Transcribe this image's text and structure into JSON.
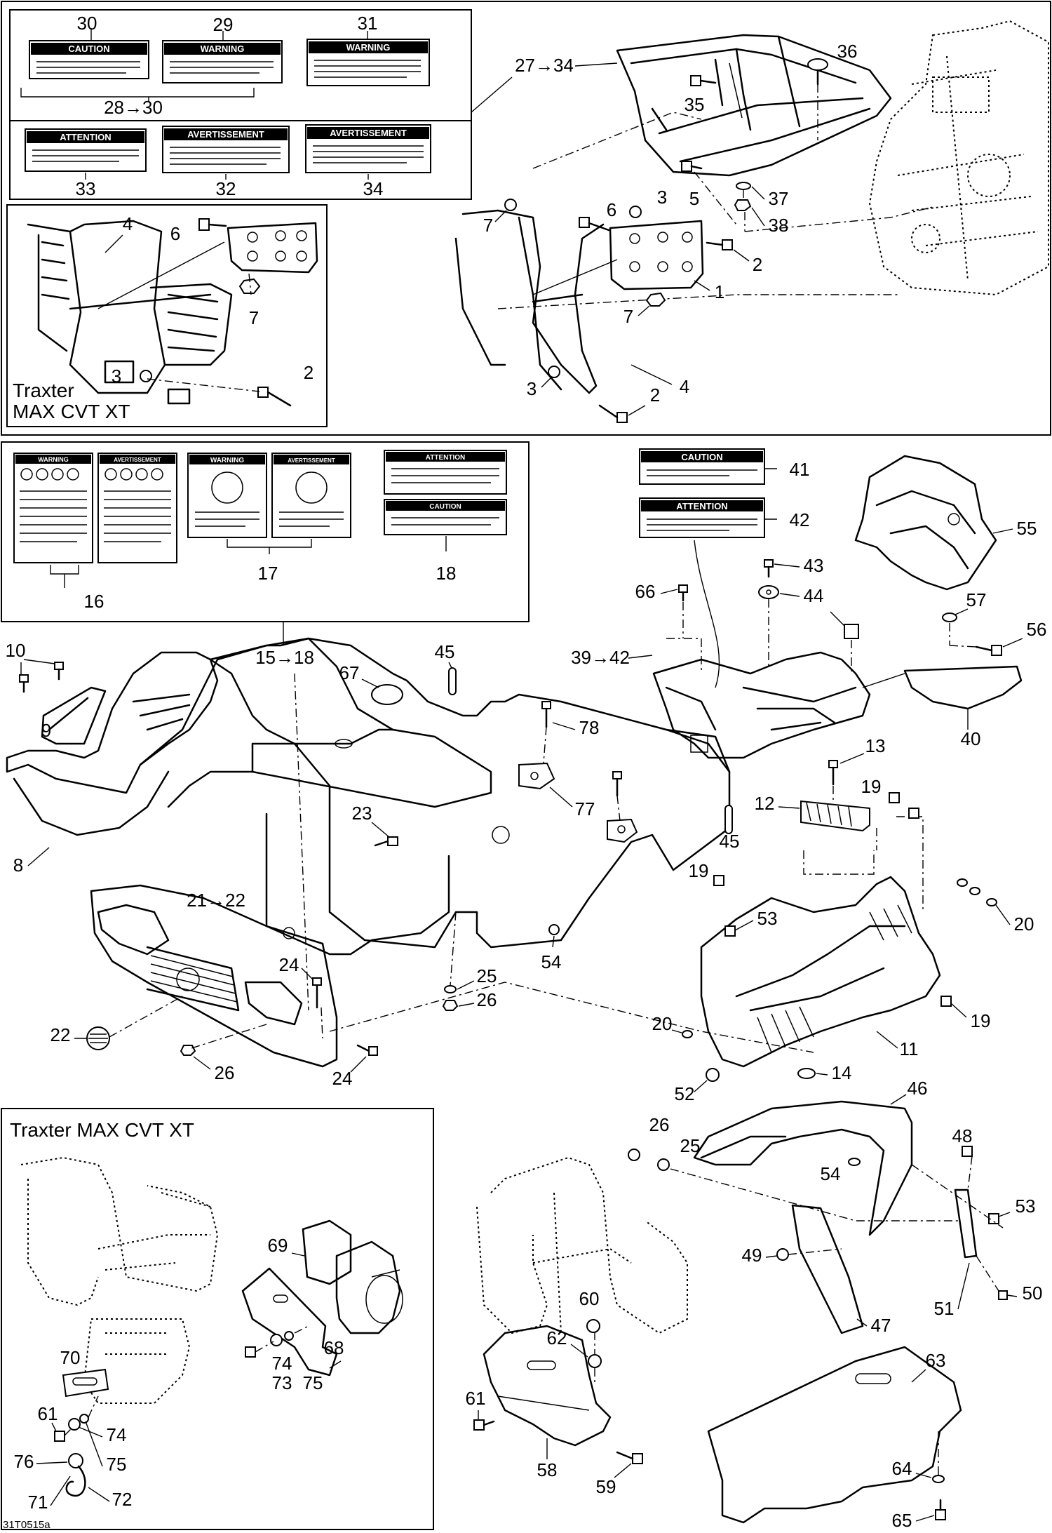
{
  "variant_labels": {
    "top_inset_line1": "Traxter",
    "top_inset_line2": "MAX CVT XT",
    "bottom_inset": "Traxter MAX CVT XT"
  },
  "figure_ref": "31T0515a",
  "decals_top": [
    {
      "callout": "30",
      "title": "CAUTION"
    },
    {
      "callout": "29",
      "title": "WARNING"
    },
    {
      "callout": "31",
      "title": "WARNING"
    },
    {
      "callout": "33",
      "title": "ATTENTION"
    },
    {
      "callout": "32",
      "title": "AVERTISSEMENT"
    },
    {
      "callout": "34",
      "title": "AVERTISSEMENT"
    }
  ],
  "decal_range_top": "28→30",
  "decals_mid": [
    {
      "callout": "16",
      "title": "WARNING"
    },
    {
      "callout": "16",
      "title": "AVERTISSEMENT"
    },
    {
      "callout": "17",
      "title": "WARNING"
    },
    {
      "callout": "17",
      "title": "AVERTISSEMENT"
    },
    {
      "callout": "18",
      "title": "ATTENTION"
    },
    {
      "callout": "18",
      "title": "CAUTION"
    }
  ],
  "decals_side": [
    {
      "callout": "41",
      "title": "CAUTION"
    },
    {
      "callout": "42",
      "title": "ATTENTION"
    }
  ],
  "callouts": [
    {
      "id": "c1",
      "text": "1"
    },
    {
      "id": "c2a",
      "text": "2"
    },
    {
      "id": "c2b",
      "text": "2"
    },
    {
      "id": "c2c",
      "text": "2"
    },
    {
      "id": "c3a",
      "text": "3"
    },
    {
      "id": "c3b",
      "text": "3"
    },
    {
      "id": "c3c",
      "text": "3"
    },
    {
      "id": "c4a",
      "text": "4"
    },
    {
      "id": "c4b",
      "text": "4"
    },
    {
      "id": "c5",
      "text": "5"
    },
    {
      "id": "c6a",
      "text": "6"
    },
    {
      "id": "c6b",
      "text": "6"
    },
    {
      "id": "c7a",
      "text": "7"
    },
    {
      "id": "c7b",
      "text": "7"
    },
    {
      "id": "c7c",
      "text": "7"
    },
    {
      "id": "c8",
      "text": "8"
    },
    {
      "id": "c9",
      "text": "9"
    },
    {
      "id": "c10",
      "text": "10"
    },
    {
      "id": "c11",
      "text": "11"
    },
    {
      "id": "c12",
      "text": "12"
    },
    {
      "id": "c13",
      "text": "13"
    },
    {
      "id": "c14",
      "text": "14"
    },
    {
      "id": "c15",
      "text": "15→18"
    },
    {
      "id": "c19a",
      "text": "19"
    },
    {
      "id": "c19b",
      "text": "19"
    },
    {
      "id": "c19c",
      "text": "19"
    },
    {
      "id": "c20a",
      "text": "20"
    },
    {
      "id": "c20b",
      "text": "20"
    },
    {
      "id": "c21",
      "text": "21→22"
    },
    {
      "id": "c22",
      "text": "22"
    },
    {
      "id": "c23",
      "text": "23"
    },
    {
      "id": "c24a",
      "text": "24"
    },
    {
      "id": "c24b",
      "text": "24"
    },
    {
      "id": "c25a",
      "text": "25"
    },
    {
      "id": "c25b",
      "text": "25"
    },
    {
      "id": "c26a",
      "text": "26"
    },
    {
      "id": "c26b",
      "text": "26"
    },
    {
      "id": "c26c",
      "text": "26"
    },
    {
      "id": "c27",
      "text": "27→34"
    },
    {
      "id": "c35",
      "text": "35"
    },
    {
      "id": "c36",
      "text": "36"
    },
    {
      "id": "c37",
      "text": "37"
    },
    {
      "id": "c38",
      "text": "38"
    },
    {
      "id": "c39",
      "text": "39→42"
    },
    {
      "id": "c40",
      "text": "40"
    },
    {
      "id": "c43",
      "text": "43"
    },
    {
      "id": "c44",
      "text": "44"
    },
    {
      "id": "c45a",
      "text": "45"
    },
    {
      "id": "c45b",
      "text": "45"
    },
    {
      "id": "c46",
      "text": "46"
    },
    {
      "id": "c47",
      "text": "47"
    },
    {
      "id": "c48",
      "text": "48"
    },
    {
      "id": "c49",
      "text": "49"
    },
    {
      "id": "c50",
      "text": "50"
    },
    {
      "id": "c51",
      "text": "51"
    },
    {
      "id": "c52",
      "text": "52"
    },
    {
      "id": "c53a",
      "text": "53"
    },
    {
      "id": "c53b",
      "text": "53"
    },
    {
      "id": "c54a",
      "text": "54"
    },
    {
      "id": "c54b",
      "text": "54"
    },
    {
      "id": "c55",
      "text": "55"
    },
    {
      "id": "c56",
      "text": "56"
    },
    {
      "id": "c57",
      "text": "57"
    },
    {
      "id": "c58",
      "text": "58"
    },
    {
      "id": "c59",
      "text": "59"
    },
    {
      "id": "c60",
      "text": "60"
    },
    {
      "id": "c61a",
      "text": "61"
    },
    {
      "id": "c61b",
      "text": "61"
    },
    {
      "id": "c62",
      "text": "62"
    },
    {
      "id": "c63",
      "text": "63"
    },
    {
      "id": "c64",
      "text": "64"
    },
    {
      "id": "c65",
      "text": "65"
    },
    {
      "id": "c66",
      "text": "66"
    },
    {
      "id": "c67",
      "text": "67"
    },
    {
      "id": "c68",
      "text": "68"
    },
    {
      "id": "c69",
      "text": "69"
    },
    {
      "id": "c70",
      "text": "70"
    },
    {
      "id": "c71",
      "text": "71"
    },
    {
      "id": "c72",
      "text": "72"
    },
    {
      "id": "c73",
      "text": "73"
    },
    {
      "id": "c74a",
      "text": "74"
    },
    {
      "id": "c74b",
      "text": "74"
    },
    {
      "id": "c75a",
      "text": "75"
    },
    {
      "id": "c75b",
      "text": "75"
    },
    {
      "id": "c76",
      "text": "76"
    },
    {
      "id": "c77",
      "text": "77"
    },
    {
      "id": "c78",
      "text": "78"
    }
  ]
}
